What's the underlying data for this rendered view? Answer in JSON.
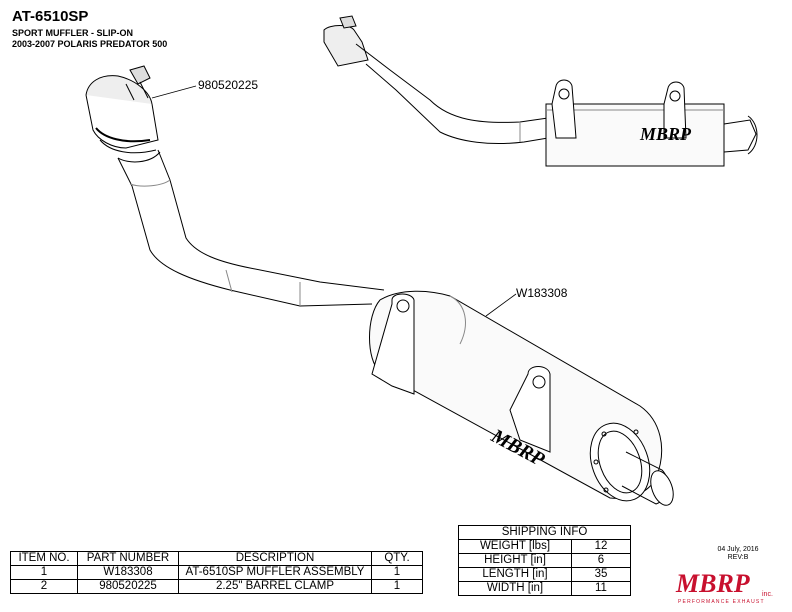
{
  "header": {
    "part_no": "AT-6510SP",
    "line1": "SPORT MUFFLER - SLIP-ON",
    "line2": "2003-2007 POLARIS PREDATOR 500"
  },
  "callouts": {
    "clamp": "980520225",
    "muffler": "W183308"
  },
  "bom": {
    "headers": [
      "ITEM NO.",
      "PART NUMBER",
      "DESCRIPTION",
      "QTY."
    ],
    "rows": [
      [
        "1",
        "W183308",
        "AT-6510SP MUFFLER ASSEMBLY",
        "1"
      ],
      [
        "2",
        "980520225",
        "2.25\" BARREL CLAMP",
        "1"
      ]
    ]
  },
  "shipping": {
    "title": "SHIPPING INFO",
    "rows": [
      [
        "WEIGHT [lbs]",
        "12"
      ],
      [
        "HEIGHT [in]",
        "6"
      ],
      [
        "LENGTH [in]",
        "35"
      ],
      [
        "WIDTH [in]",
        "11"
      ]
    ]
  },
  "footer": {
    "date": "04 July, 2016",
    "rev": "REV:B",
    "brand": "MBRP",
    "brand_suffix": "inc.",
    "tagline": "PERFORMANCE EXHAUST"
  }
}
